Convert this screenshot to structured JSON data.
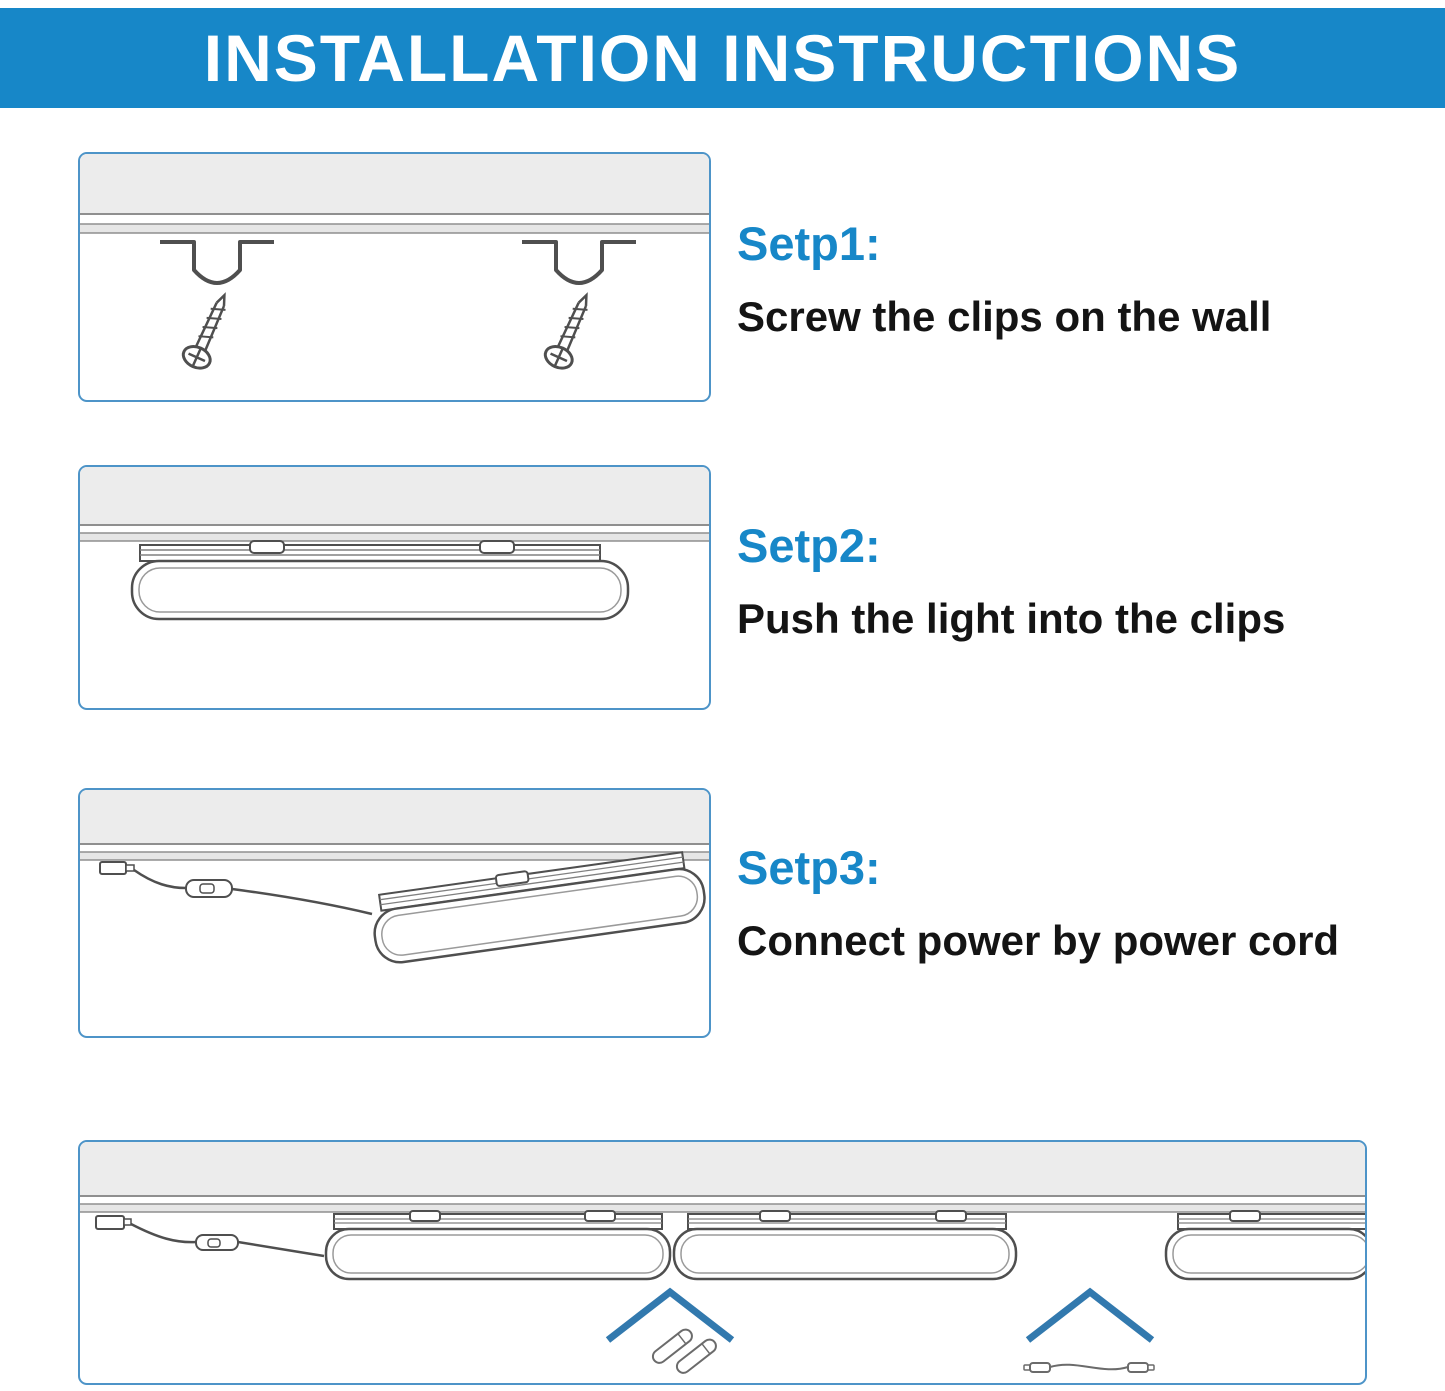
{
  "header": {
    "title": "INSTALLATION INSTRUCTIONS"
  },
  "colors": {
    "accent": "#1787C8",
    "panel-border": "#4D94C8",
    "chevron": "#3279AE",
    "text": "#141414"
  },
  "steps": [
    {
      "label": "Setp1:",
      "description": "Screw the clips on the wall"
    },
    {
      "label": "Setp2:",
      "description": "Push the light into the clips"
    },
    {
      "label": "Setp3:",
      "description": "Connect power by power cord"
    }
  ]
}
